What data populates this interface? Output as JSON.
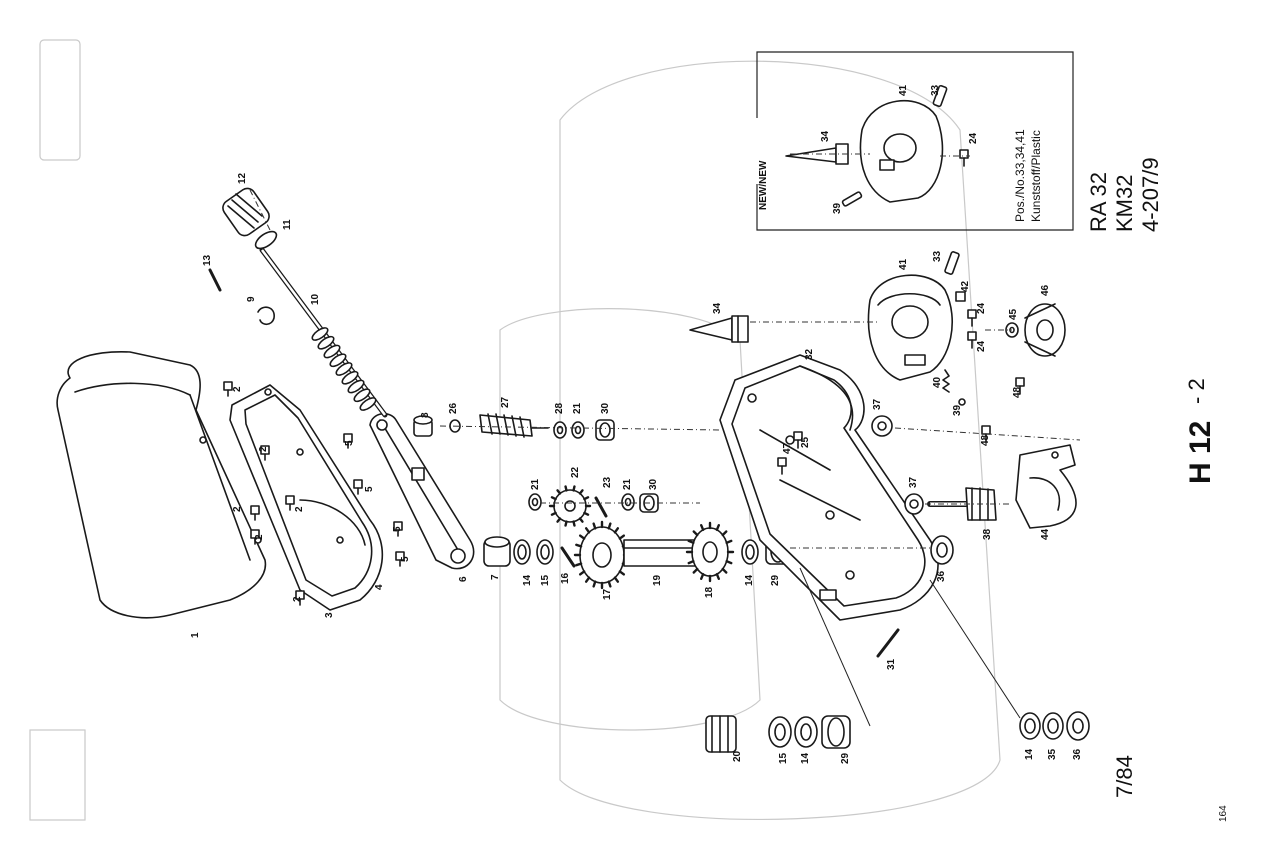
{
  "diagram": {
    "inset": {
      "banner": "NEW/NEW",
      "note_line1": "Pos./No.33,34,41",
      "note_line2": "Kunststoff/Plastic",
      "part_numbers": [
        "41",
        "33",
        "34",
        "24",
        "39"
      ]
    },
    "models": {
      "line1": "RA 32",
      "line2": "KM32",
      "line3": "4-207/9"
    },
    "sheet_code": {
      "main": "H 12",
      "sub": "- 2"
    },
    "date": "7/84",
    "page_number": "164",
    "part_numbers": [
      "1",
      "2",
      "3",
      "4",
      "5",
      "6",
      "7",
      "8",
      "9",
      "10",
      "11",
      "12",
      "13",
      "14",
      "15",
      "16",
      "17",
      "18",
      "19",
      "20",
      "21",
      "22",
      "23",
      "24",
      "25",
      "26",
      "27",
      "28",
      "29",
      "30",
      "31",
      "32",
      "33",
      "34",
      "35",
      "36",
      "37",
      "38",
      "39",
      "40",
      "41",
      "42",
      "44",
      "45",
      "46",
      "47",
      "48"
    ]
  }
}
